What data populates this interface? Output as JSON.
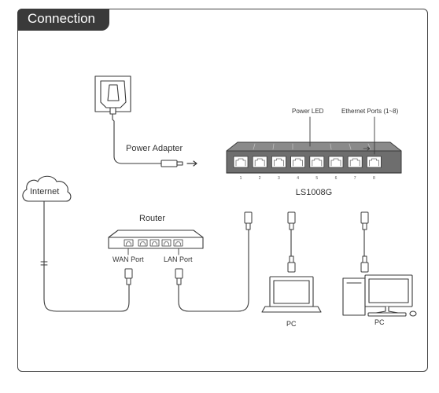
{
  "header": {
    "title": "Connection"
  },
  "labels": {
    "internet": "Internet",
    "power_adapter": "Power Adapter",
    "router": "Router",
    "wan_port": "WAN Port",
    "lan_port": "LAN Port",
    "power_led": "Power LED",
    "ethernet_ports": "Ethernet Ports (1~8)",
    "switch_model": "LS1008G",
    "pc_laptop": "PC",
    "pc_desktop": "PC"
  },
  "switch": {
    "port_numbers": [
      "1",
      "2",
      "3",
      "4",
      "5",
      "6",
      "7",
      "8"
    ]
  },
  "colors": {
    "stroke": "#3a3a3a",
    "title_bg": "#3a3a3a",
    "switch_body": "#6e6e6e"
  }
}
